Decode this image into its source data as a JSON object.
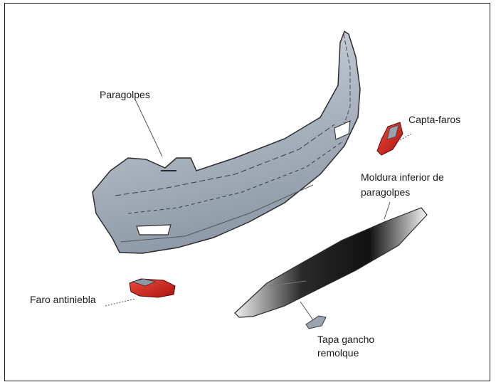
{
  "labels": {
    "paragolpes": "Paragolpes",
    "capta_faros": "Capta-faros",
    "moldura_line1": "Moldura inferior de",
    "moldura_line2": "paragolpes",
    "faro_antiniebla": "Faro antiniebla",
    "tapa_line1": "Tapa gancho",
    "tapa_line2": "remolque"
  },
  "colors": {
    "bumper": "#aeb8c3",
    "reflector_red": "#d0221c",
    "frame": "#1a1a1a"
  }
}
